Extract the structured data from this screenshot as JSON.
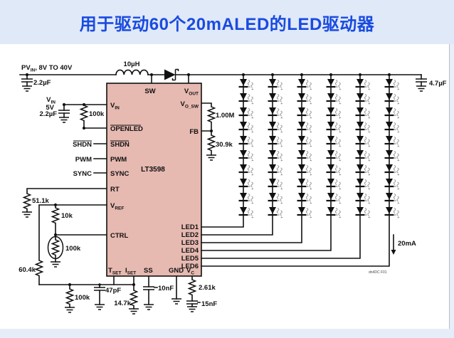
{
  "title": "用于驱动60个20mALED的LED驱动器",
  "ic": {
    "name": "LT3598",
    "pins": {
      "sw": "SW",
      "vout": {
        "m": "V",
        "s": "OUT"
      },
      "vosw": {
        "m": "V",
        "s": "O_SW"
      },
      "fb": "FB",
      "vin": {
        "m": "V",
        "s": "IN"
      },
      "openled": "OPENLED",
      "shdn": "SHDN",
      "pwm": "PWM",
      "sync": "SYNC",
      "rt": "RT",
      "vref": {
        "m": "V",
        "s": "REF"
      },
      "ctrl": "CTRL",
      "tset": {
        "m": "T",
        "s": "SET"
      },
      "iset": {
        "m": "I",
        "s": "SET"
      },
      "ss": "SS",
      "gnd": "GND",
      "vc": {
        "m": "V",
        "s": "C"
      },
      "leds": [
        "LED1",
        "LED2",
        "LED3",
        "LED4",
        "LED5",
        "LED6"
      ]
    }
  },
  "input": {
    "pvin": {
      "m": "PV",
      "s": "IN",
      "rest": ", 8V TO 40V"
    },
    "cin": "2.2µF",
    "l1": "10µH"
  },
  "vin": {
    "label": {
      "m": "V",
      "s": "IN"
    },
    "volts": "5V",
    "cap": "2.2µF",
    "pullup": "100k"
  },
  "ctl": {
    "shdn": "SHDN",
    "pwm": "PWM",
    "sync": "SYNC",
    "rt": "51.1k",
    "r1": "10k",
    "ntc": "100k",
    "r2": "60.4k",
    "r3": "100k",
    "c1": "47pF",
    "r4": "14.7k",
    "c2": "10nF",
    "r5": "2.61k",
    "c3": "15nF"
  },
  "fb": {
    "rtop": "1.00M",
    "rbot": "30.9k"
  },
  "out": {
    "cout": "4.7µF",
    "iled": "20mA",
    "note": "dn4DC F01"
  },
  "led_array": {
    "columns": 6,
    "per_column": 10
  }
}
